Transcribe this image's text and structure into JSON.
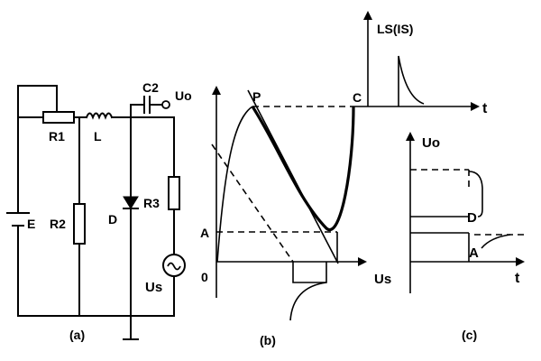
{
  "panel_a": {
    "caption": "(a)",
    "labels": {
      "r1": "R1",
      "l": "L",
      "c2": "C2",
      "uo": "Uo",
      "e": "E",
      "r2": "R2",
      "d": "D",
      "r3": "R3",
      "us": "Us"
    }
  },
  "panel_b": {
    "caption": "(b)",
    "y_axis_label": "LS(IS)",
    "x_axis_label": "Us",
    "t_label": "t",
    "point_p": "P",
    "point_c": "C",
    "point_a": "A",
    "origin": "0"
  },
  "panel_c": {
    "caption": "(c)",
    "y_axis_label": "Uo",
    "x_axis_label": "t",
    "point_d": "D",
    "point_a": "A"
  }
}
